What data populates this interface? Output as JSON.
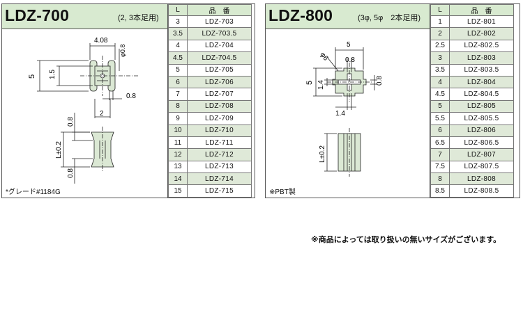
{
  "ldz700": {
    "title": "LDZ-700",
    "subtitle": "(2, 3本足用)",
    "note": "*グレード#1184G",
    "dims": {
      "w": "4.08",
      "d": "φ0.8",
      "h": "5",
      "s": "1.5",
      "t": "0.8",
      "g": "2",
      "top": "0.8",
      "L": "L±0.2",
      "bot": "0.8"
    },
    "table": {
      "col_l": "L",
      "col_part": "品　番",
      "rows": [
        {
          "l": "3",
          "p": "LDZ-703"
        },
        {
          "l": "3.5",
          "p": "LDZ-703.5"
        },
        {
          "l": "4",
          "p": "LDZ-704"
        },
        {
          "l": "4.5",
          "p": "LDZ-704.5"
        },
        {
          "l": "5",
          "p": "LDZ-705"
        },
        {
          "l": "6",
          "p": "LDZ-706"
        },
        {
          "l": "7",
          "p": "LDZ-707"
        },
        {
          "l": "8",
          "p": "LDZ-708"
        },
        {
          "l": "9",
          "p": "LDZ-709"
        },
        {
          "l": "10",
          "p": "LDZ-710"
        },
        {
          "l": "11",
          "p": "LDZ-711"
        },
        {
          "l": "12",
          "p": "LDZ-712"
        },
        {
          "l": "13",
          "p": "LDZ-713"
        },
        {
          "l": "14",
          "p": "LDZ-714"
        },
        {
          "l": "15",
          "p": "LDZ-715"
        }
      ]
    }
  },
  "ldz800": {
    "title": "LDZ-800",
    "subtitle": "(3φ, 5φ　2本足用)",
    "note": "※PBT製",
    "dims": {
      "w": "5",
      "c": "0.8",
      "d": "φ6",
      "h": "5",
      "a": "1.4",
      "b": "1.4",
      "e": "0.8",
      "L": "L±0.2"
    },
    "table": {
      "col_l": "L",
      "col_part": "品　番",
      "rows": [
        {
          "l": "1",
          "p": "LDZ-801"
        },
        {
          "l": "2",
          "p": "LDZ-802"
        },
        {
          "l": "2.5",
          "p": "LDZ-802.5"
        },
        {
          "l": "3",
          "p": "LDZ-803"
        },
        {
          "l": "3.5",
          "p": "LDZ-803.5"
        },
        {
          "l": "4",
          "p": "LDZ-804"
        },
        {
          "l": "4.5",
          "p": "LDZ-804.5"
        },
        {
          "l": "5",
          "p": "LDZ-805"
        },
        {
          "l": "5.5",
          "p": "LDZ-805.5"
        },
        {
          "l": "6",
          "p": "LDZ-806"
        },
        {
          "l": "6.5",
          "p": "LDZ-806.5"
        },
        {
          "l": "7",
          "p": "LDZ-807"
        },
        {
          "l": "7.5",
          "p": "LDZ-807.5"
        },
        {
          "l": "8",
          "p": "LDZ-808"
        },
        {
          "l": "8.5",
          "p": "LDZ-808.5"
        }
      ]
    }
  },
  "footnote": "※商品によっては取り扱いの無いサイズがございます。",
  "colors": {
    "header_green": "#d8ead0",
    "part_fill": "#dbe8d4",
    "border": "#555555"
  }
}
